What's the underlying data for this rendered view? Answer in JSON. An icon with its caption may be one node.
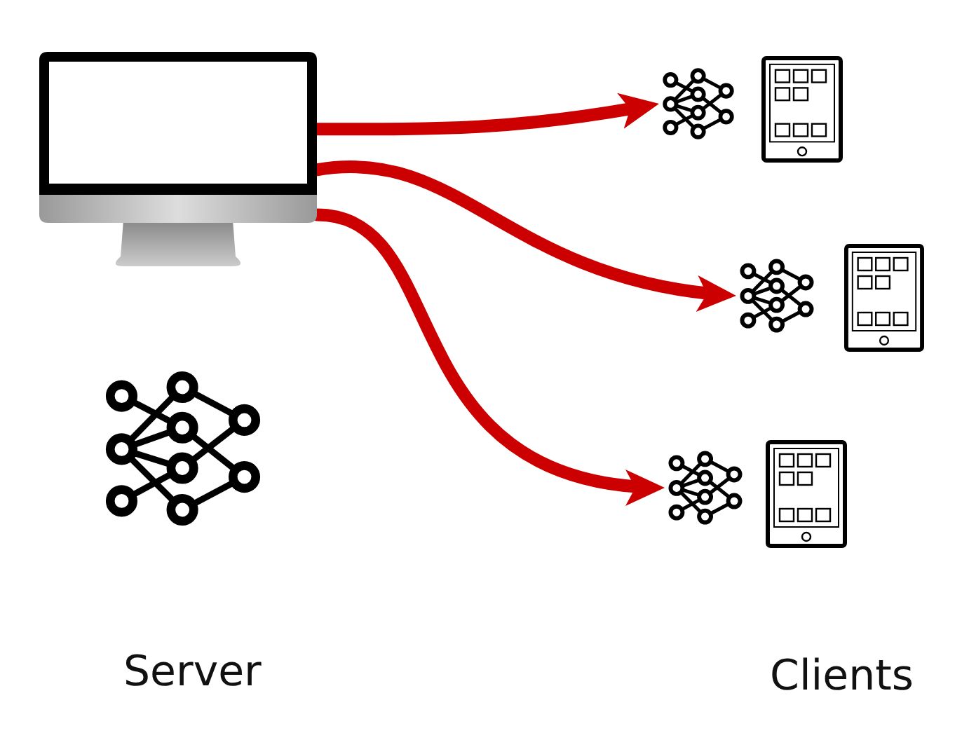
{
  "diagram": {
    "nodes": [
      {
        "text": [],
        "shape": "picture"
      },
      {
        "text": [],
        "shape": "picture"
      },
      {
        "text": [],
        "shape": "picture"
      },
      {
        "text": [],
        "shape": "picture"
      },
      {
        "text": [],
        "shape": "picture"
      },
      {
        "text": [],
        "shape": "picture"
      },
      {
        "text": [],
        "shape": "picture"
      },
      {
        "text": [],
        "shape": "picture"
      }
    ],
    "edges": [
      {
        "from": 0,
        "to": 2,
        "arrow": "to"
      },
      {
        "from": 0,
        "to": 4,
        "arrow": "to"
      },
      {
        "from": 0,
        "to": 6,
        "arrow": "to"
      }
    ],
    "labels": [
      "Server",
      "Clients"
    ]
  }
}
